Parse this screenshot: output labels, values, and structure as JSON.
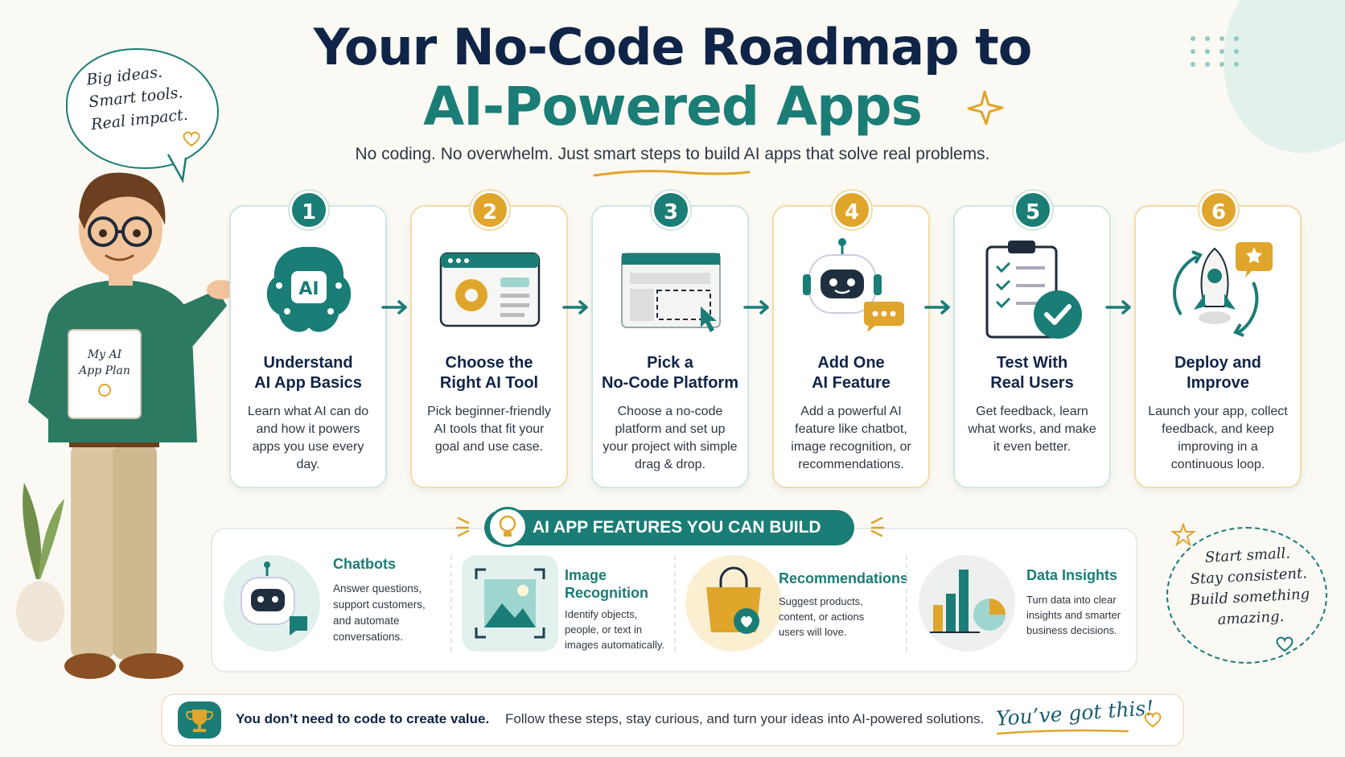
{
  "header": {
    "title_line1": "Your No-Code Roadmap to",
    "title_line2": "AI-Powered Apps",
    "subtitle": "No coding. No overwhelm. Just smart steps to build AI apps that solve real problems."
  },
  "speech_bubble": {
    "line1": "Big ideas.",
    "line2": "Smart tools.",
    "line3": "Real impact."
  },
  "character": {
    "notebook_line1": "My AI",
    "notebook_line2": "App Plan"
  },
  "steps": [
    {
      "number": "1",
      "title_line1": "Understand",
      "title_line2": "AI App Basics",
      "description": "Learn what AI can do and how it powers apps you use every day.",
      "icon": "brain-ai-icon",
      "icon_text": "AI"
    },
    {
      "number": "2",
      "title_line1": "Choose the",
      "title_line2": "Right AI Tool",
      "description": "Pick beginner-friendly AI tools that fit your goal and use case.",
      "icon": "settings-window-icon"
    },
    {
      "number": "3",
      "title_line1": "Pick a",
      "title_line2": "No-Code Platform",
      "description": "Choose a no-code platform and set up your project with simple drag & drop.",
      "icon": "drag-drop-window-icon"
    },
    {
      "number": "4",
      "title_line1": "Add One",
      "title_line2": "AI Feature",
      "description": "Add a powerful AI feature like chatbot, image recognition, or recommendations.",
      "icon": "robot-chat-icon"
    },
    {
      "number": "5",
      "title_line1": "Test With",
      "title_line2": "Real Users",
      "description": "Get feedback, learn what works, and make it even better.",
      "icon": "clipboard-check-icon"
    },
    {
      "number": "6",
      "title_line1": "Deploy and",
      "title_line2": "Improve",
      "description": "Launch your app, collect feedback, and keep improving in a continuous loop.",
      "icon": "rocket-loop-icon"
    }
  ],
  "features": {
    "heading": "AI APP FEATURES YOU CAN BUILD",
    "items": [
      {
        "title": "Chatbots",
        "description": "Answer questions, support customers, and automate conversations.",
        "icon": "chatbot-icon"
      },
      {
        "title_line1": "Image",
        "title_line2": "Recognition",
        "description": "Identify objects, people, or text in images automatically.",
        "icon": "image-frame-icon"
      },
      {
        "title": "Recommendations",
        "description": "Suggest products, content, or actions users will love.",
        "icon": "shopping-bag-icon"
      },
      {
        "title": "Data Insights",
        "description": "Turn data into clear insights and smarter business decisions.",
        "icon": "bar-pie-chart-icon"
      }
    ]
  },
  "motivation": {
    "line1": "Start small.",
    "line2": "Stay consistent.",
    "line3": "Build something",
    "line4": "amazing."
  },
  "footer": {
    "bold": "You don’t need to code to create value.",
    "text": "Follow these steps, stay curious, and turn your ideas into AI-powered solutions.",
    "script": "You’ve got this!"
  },
  "colors": {
    "teal": "#1a7d76",
    "navy": "#0f2447",
    "gold": "#e0a52b",
    "background": "#fbf9f4"
  }
}
